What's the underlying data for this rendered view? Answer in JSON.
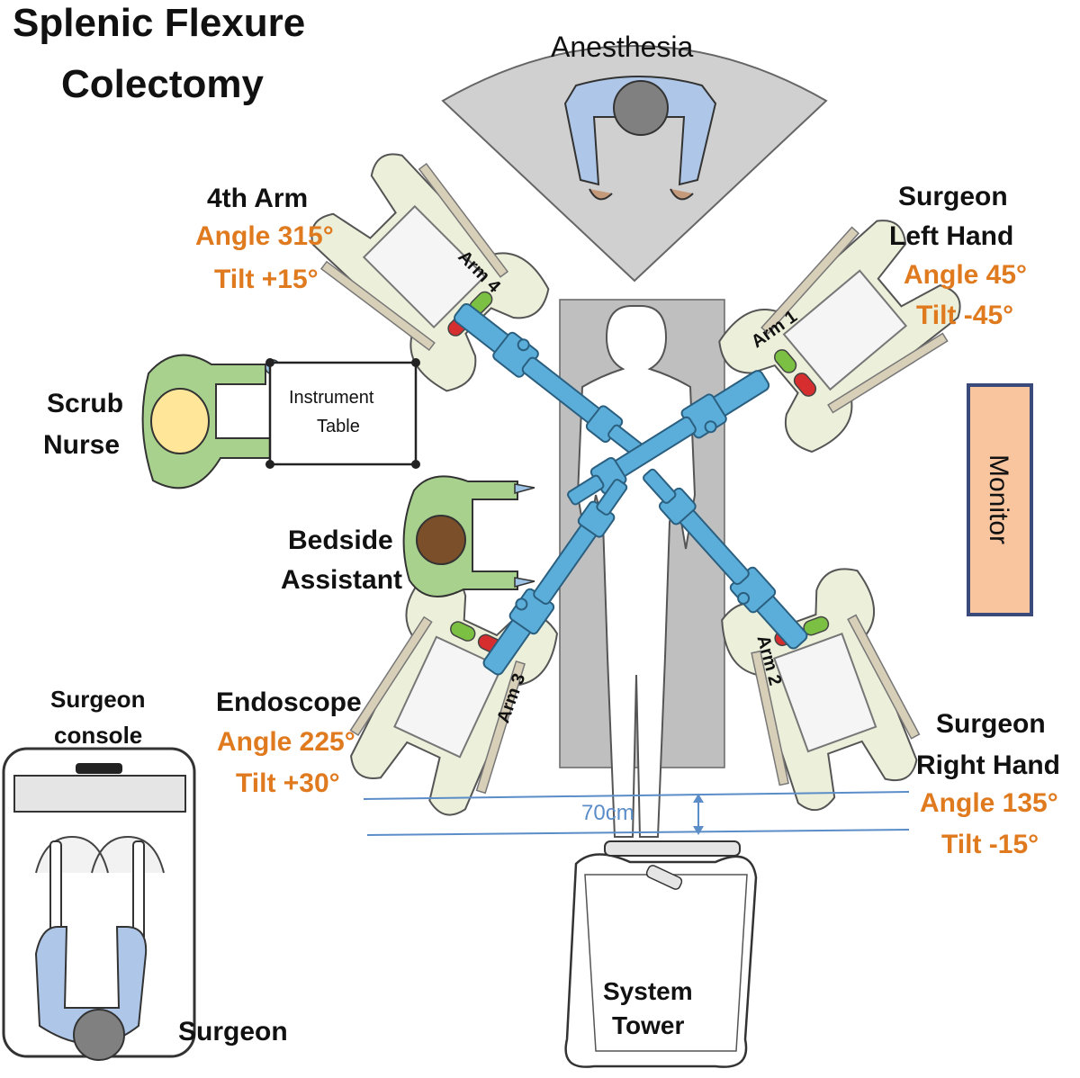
{
  "title": {
    "line1": "Splenic Flexure",
    "line2": "Colectomy"
  },
  "anesthesia": {
    "label": "Anesthesia"
  },
  "arm4": {
    "title": "4th Arm",
    "angle": "Angle 315°",
    "tilt": "Tilt +15°",
    "tag": "Arm 4"
  },
  "arm1": {
    "title_line1": "Surgeon",
    "title_line2": "Left Hand",
    "angle": "Angle 45°",
    "tilt": "Tilt -45°",
    "tag": "Arm 1"
  },
  "arm3": {
    "title": "Endoscope",
    "angle": "Angle 225°",
    "tilt": "Tilt +30°",
    "tag": "Arm 3"
  },
  "arm2": {
    "title_line1": "Surgeon",
    "title_line2": "Right Hand",
    "angle": "Angle 135°",
    "tilt": "Tilt -15°",
    "tag": "Arm 2"
  },
  "scrub_nurse": {
    "line1": "Scrub",
    "line2": "Nurse"
  },
  "instrument_table": {
    "line1": "Instrument",
    "line2": "Table"
  },
  "bedside_assistant": {
    "line1": "Bedside",
    "line2": "Assistant"
  },
  "monitor": {
    "label": "Monitor"
  },
  "surgeon_console": {
    "line1": "Surgeon",
    "line2": "console"
  },
  "surgeon": {
    "label": "Surgeon"
  },
  "distance": {
    "label": "70cm"
  },
  "system_tower": {
    "line1": "System",
    "line2": "Tower"
  },
  "colors": {
    "orange_text": "#E07A1F",
    "robot_arm_blue": "#5BAED9",
    "arm_base": "#ECEFD9",
    "staff_green": "#A9D18E",
    "anesthesia_blue": "#AEC7E8",
    "monitor_fill": "#F8C59F",
    "monitor_border": "#3A4A7A",
    "table_gray": "#BFBFBF",
    "distance_line": "#5B8DC9"
  }
}
